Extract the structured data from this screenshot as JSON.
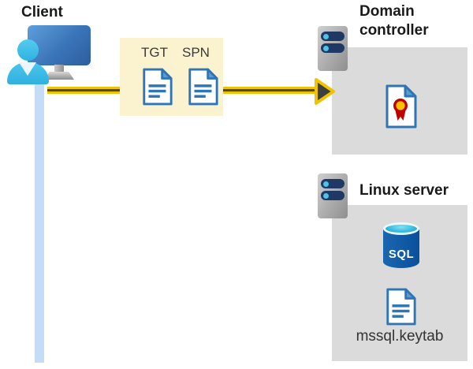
{
  "diagram": {
    "client": {
      "label": "Client"
    },
    "tickets": {
      "tgt_label": "TGT",
      "spn_label": "SPN"
    },
    "domain_controller": {
      "label": "Domain controller"
    },
    "linux_server": {
      "label": "Linux server",
      "sql_badge": "SQL",
      "keytab_label": "mssql.keytab"
    },
    "colors": {
      "arrow_yellow": "#F0C300",
      "arrow_dark": "#3F3F3F",
      "ticket_box_bg": "#FBF2CF",
      "server_box_bg": "#DBDBDB",
      "document_blue": "#2E75B6",
      "document_fold_blue": "#5B9BD5",
      "timeline_blue": "#C4DCF5",
      "monitor_blue": "#3A74B8",
      "person_cyan": "#3FBEE8",
      "server_slot_navy": "#1F3864",
      "server_dot_cyan": "#4DC3E8",
      "sql_cylinder_blue": "#0A4F9C",
      "sql_top_cyan": "#35B9DC",
      "certificate_red": "#C00000",
      "certificate_gold": "#FFC000",
      "heading_text": "#1A1A1A"
    }
  }
}
